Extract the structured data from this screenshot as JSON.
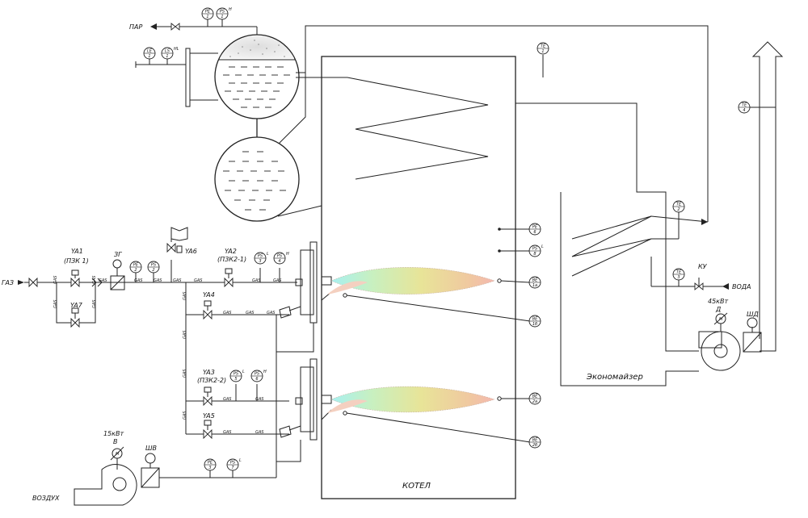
{
  "labels": {
    "steam": "ПАР",
    "gas": "ГАЗ",
    "water": "ВОДА",
    "air": "ВОЗДУХ",
    "boiler": "КОТЕЛ",
    "economizer": "Экономайзер",
    "ya1": "YA1",
    "ya1_sub": "(ПЗК 1)",
    "ya2": "YA2",
    "ya2_sub": "(ПЗК2-1)",
    "ya3": "YA3",
    "ya3_sub": "(ПЗК2-2)",
    "ya4": "YA4",
    "ya5": "YA5",
    "ya6": "YA6",
    "ya7": "YA7",
    "zg": "ЗГ",
    "ku": "КУ",
    "shd": "ШД",
    "shv": "ШВ",
    "fan_d": "Д",
    "fan_d_power": "45кВт",
    "fan_v": "В",
    "fan_v_power": "15кВт",
    "motor": "М",
    "gas_tag": "GAS"
  },
  "instruments": [
    {
      "id": "pe1",
      "top": "PE",
      "bottom": "1"
    },
    {
      "id": "ps1",
      "top": "PS",
      "bottom": "1",
      "mark": "H"
    },
    {
      "id": "le1",
      "top": "LE",
      "bottom": "1"
    },
    {
      "id": "ls1",
      "top": "LS",
      "bottom": "1",
      "mark": "HL"
    },
    {
      "id": "te1",
      "top": "TE",
      "bottom": "1"
    },
    {
      "id": "te4",
      "top": "TE",
      "bottom": "4"
    },
    {
      "id": "te2",
      "top": "TE",
      "bottom": "2"
    },
    {
      "id": "te3",
      "top": "TE",
      "bottom": "3"
    },
    {
      "id": "pe6",
      "top": "PE",
      "bottom": "6"
    },
    {
      "id": "ps8",
      "top": "PS",
      "bottom": "8",
      "mark": "L"
    },
    {
      "id": "be1a",
      "top": "BE",
      "bottom": "1а"
    },
    {
      "id": "be1b",
      "top": "BE",
      "bottom": "1б"
    },
    {
      "id": "be2a",
      "top": "BE",
      "bottom": "2а"
    },
    {
      "id": "be2b",
      "top": "BE",
      "bottom": "2б"
    },
    {
      "id": "pe2",
      "top": "PE",
      "bottom": "2"
    },
    {
      "id": "ps2",
      "top": "PS",
      "bottom": "2"
    },
    {
      "id": "ps3",
      "top": "PS",
      "bottom": "3",
      "mark": "L"
    },
    {
      "id": "ps4",
      "top": "PS",
      "bottom": "4",
      "mark": "H"
    },
    {
      "id": "ps5",
      "top": "PS",
      "bottom": "5",
      "mark": "L"
    },
    {
      "id": "ps6",
      "top": "PS",
      "bottom": "6",
      "mark": "H"
    },
    {
      "id": "pe3",
      "top": "PE",
      "bottom": "3"
    },
    {
      "id": "ps7",
      "top": "PS",
      "bottom": "7",
      "mark": "L"
    }
  ],
  "colors": {
    "line": "#222222",
    "water_fill": "#ffffff",
    "foam": "#bbbbbb",
    "flame_hot": "#f0b090",
    "flame_mid": "#e8e090",
    "flame_cool": "#a8f0e8"
  }
}
